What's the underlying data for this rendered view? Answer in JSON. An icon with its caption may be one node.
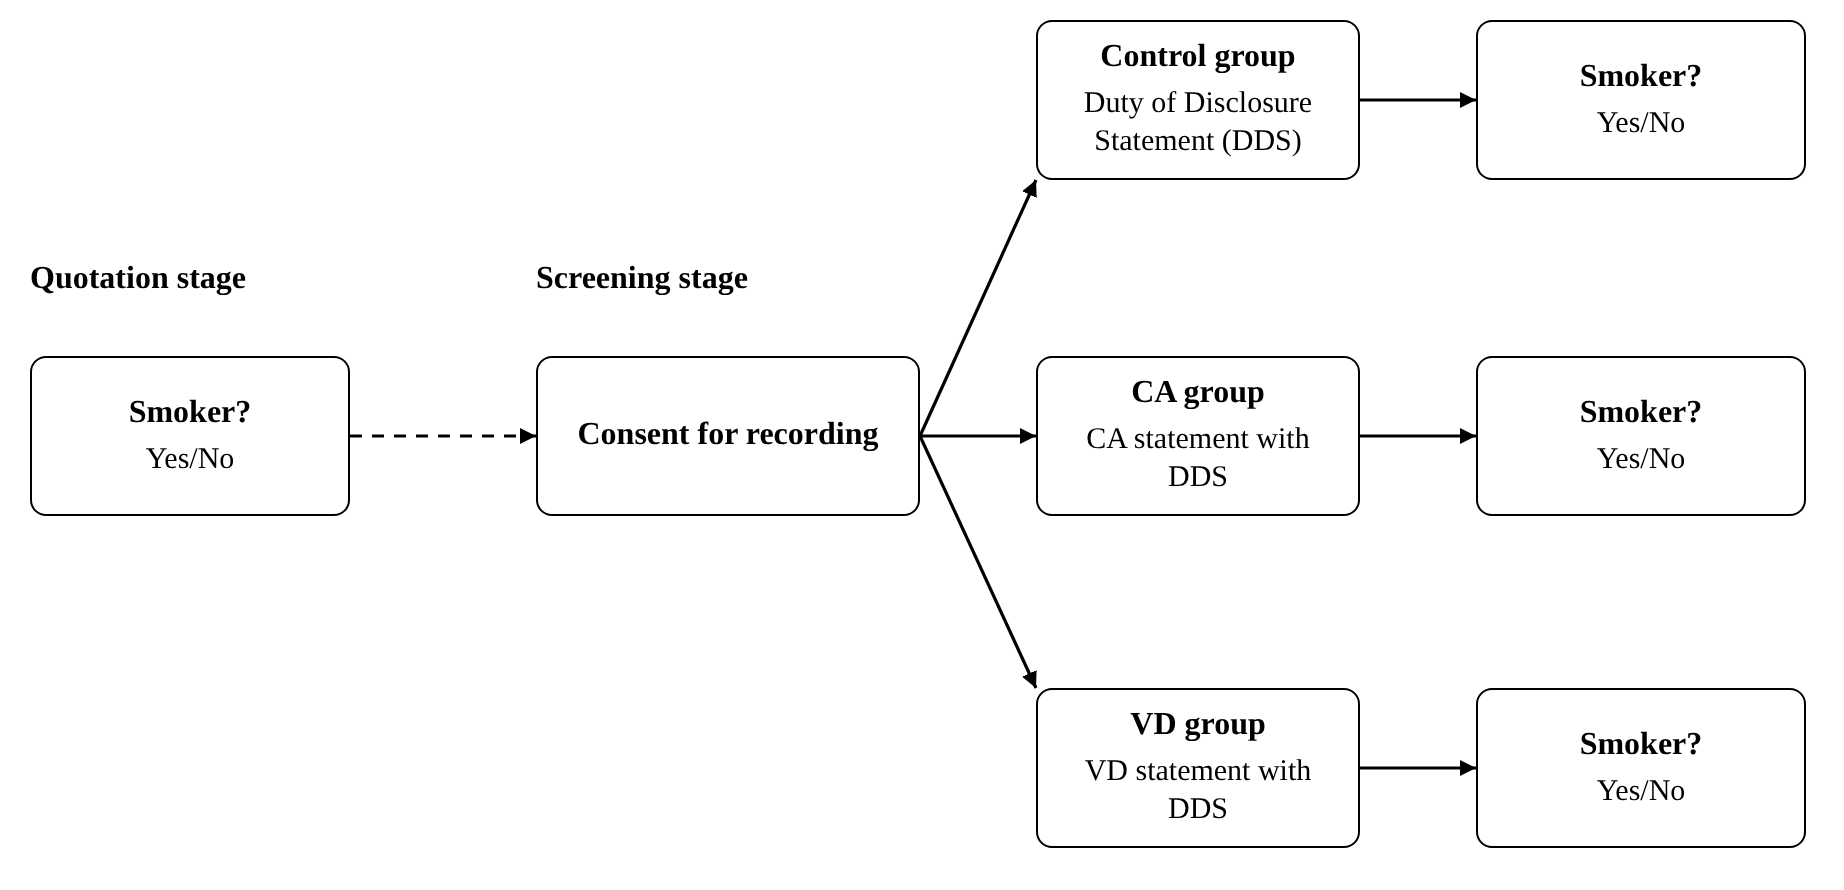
{
  "diagram": {
    "nodes": [
      {
        "text": [
          "Smoker?",
          "Yes/No"
        ],
        "beside": [
          "Quotation stage"
        ]
      },
      {
        "text": [
          "Consent for recording"
        ],
        "beside": [
          "Screening stage"
        ]
      },
      {
        "text": [
          "Control group",
          "Duty of Disclosure Statement (DDS)"
        ]
      },
      {
        "text": [
          "Smoker?",
          "Yes/No"
        ]
      },
      {
        "text": [
          "CA group",
          "CA statement with DDS"
        ]
      },
      {
        "text": [
          "Smoker?",
          "Yes/No"
        ]
      },
      {
        "text": [
          "VD group",
          "VD statement with DDS"
        ]
      },
      {
        "text": [
          "Smoker?",
          "Yes/No"
        ]
      }
    ],
    "edges": [
      {
        "from": 0,
        "to": 1,
        "arrow": "to",
        "style": "dashed"
      },
      {
        "from": 1,
        "to": 2,
        "arrow": "to"
      },
      {
        "from": 1,
        "to": 4,
        "arrow": "to"
      },
      {
        "from": 1,
        "to": 6,
        "arrow": "to"
      },
      {
        "from": 2,
        "to": 3,
        "arrow": "to"
      },
      {
        "from": 4,
        "to": 5,
        "arrow": "to"
      },
      {
        "from": 6,
        "to": 7,
        "arrow": "to"
      }
    ]
  }
}
